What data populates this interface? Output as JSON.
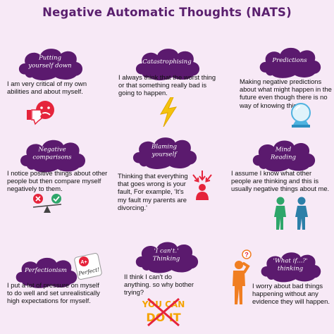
{
  "title": "Negative Automatic Thoughts (NATS)",
  "colors": {
    "cloud": "#5b1a6e",
    "background": "#f7e9f6",
    "accent_red": "#e5243b",
    "accent_orange": "#f07e22"
  },
  "cards": [
    {
      "id": "putting-down",
      "label_lines": [
        "Putting",
        "yourself down"
      ],
      "text": "I am very critical of my own abilities and about myself.",
      "icon": "sad-face-thumbs-down-icon"
    },
    {
      "id": "catastrophising",
      "label_lines": [
        "Catastrophising"
      ],
      "text": "I always think that the worst thing or that something really bad is going to happen.",
      "icon": "lightning-bolt-icon"
    },
    {
      "id": "predictions",
      "label_lines": [
        "Predictions"
      ],
      "text": "Making negative predictions about what might happen in the future even though there is no way of knowing this.",
      "icon": "crystal-ball-icon"
    },
    {
      "id": "negative-comparisons",
      "label_lines": [
        "Negative",
        "comparisons"
      ],
      "text": "I notice positive things about other people but then compare myself negatively to them.",
      "icon": "balance-scale-icon"
    },
    {
      "id": "blaming",
      "label_lines": [
        "Blaming",
        "yourself"
      ],
      "text": "Thinking that everything that goes wrong is your fault, For example, 'It's my fault my parents are divorcing.'",
      "icon": "blamed-person-icon"
    },
    {
      "id": "mind-reading",
      "label_lines": [
        "Mind",
        "Reading"
      ],
      "text": "I assume I know what other people are thinking and this is usually negative things about me.",
      "icon": "two-people-icon"
    },
    {
      "id": "perfectionism",
      "label_lines": [
        "Perfectionism"
      ],
      "text": "I put a lot of pressure on myself to do well and set unrealistically high expectations for myself.",
      "icon": "a-plus-perfect-icon",
      "icon_text": [
        "A+",
        "Perfect!"
      ]
    },
    {
      "id": "i-cant",
      "label_lines": [
        "'I can't.'",
        "Thinking"
      ],
      "text": "II think I can't do anything. so why bother trying?",
      "icon": "crossed-out-you-can-do-it-icon",
      "icon_text": [
        "YOU CAN",
        "DO IT"
      ]
    },
    {
      "id": "what-if",
      "label_lines": [
        "'What if...?'",
        "thinking"
      ],
      "text": "I worry about bad things happening without any evidence they will happen.",
      "icon": "worried-person-icon",
      "icon_text": [
        "?"
      ]
    }
  ]
}
